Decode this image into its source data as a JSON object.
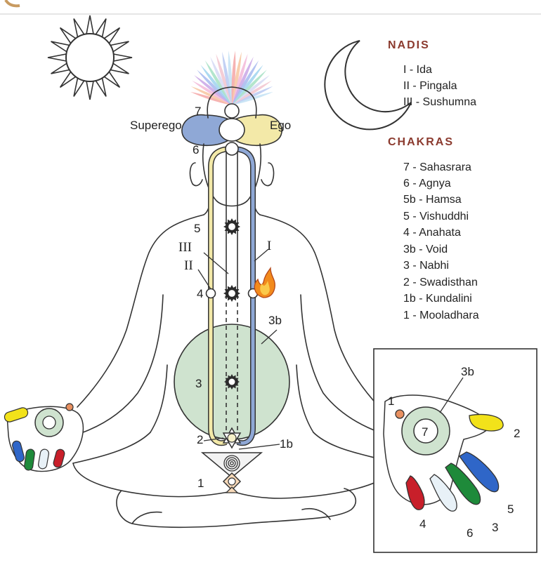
{
  "nadis": {
    "heading": "NADIS",
    "items": [
      "I - Ida",
      "II - Pingala",
      "III - Sushumna"
    ]
  },
  "chakras": {
    "heading": "CHAKRAS",
    "items": [
      "7 - Sahasrara",
      "6 - Agnya",
      "5b - Hamsa",
      "5 - Vishuddhi",
      "4 - Anahata",
      "3b - Void",
      "3 - Nabhi",
      "2 - Swadisthan",
      "1b - Kundalini",
      "1 - Mooladhara"
    ]
  },
  "figure_labels": {
    "superego": "Superego",
    "ego": "Ego",
    "c7": "7",
    "c6": "6",
    "c5": "5",
    "c4": "4",
    "c3": "3",
    "c3b": "3b",
    "c2": "2",
    "c1": "1",
    "c1b": "1b",
    "nadi_i": "I",
    "nadi_ii": "II",
    "nadi_iii": "III"
  },
  "hand_labels": {
    "h3b": "3b",
    "h1": "1",
    "h7": "7",
    "h2": "2",
    "h4": "4",
    "h6": "6",
    "h3": "3",
    "h5": "5"
  },
  "colors": {
    "heading": "#8b3a2e",
    "ida": "#8fa8d6",
    "pingala": "#f3e9a8",
    "void": "#cfe3cf",
    "outline": "#333333",
    "finger_blue": "#2f66c8",
    "finger_green": "#1e8a3a",
    "finger_red": "#c81f2a",
    "finger_yellow": "#f2e21a",
    "finger_white": "#e8f1f7"
  },
  "icons": {
    "sun": "sun-icon",
    "moon": "crescent-moon-icon",
    "flame": "flame-icon"
  }
}
